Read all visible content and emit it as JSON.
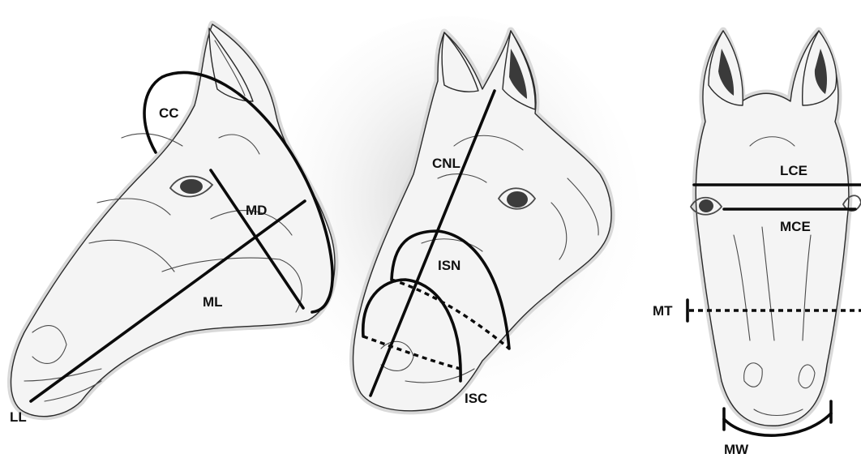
{
  "labels": {
    "cc": "CC",
    "md": "MD",
    "ml": "ML",
    "ll": "LL",
    "cnl": "CNL",
    "isn": "ISN",
    "isc": "ISC",
    "lce": "LCE",
    "mce": "MCE",
    "mt": "MT",
    "mw": "MW"
  }
}
